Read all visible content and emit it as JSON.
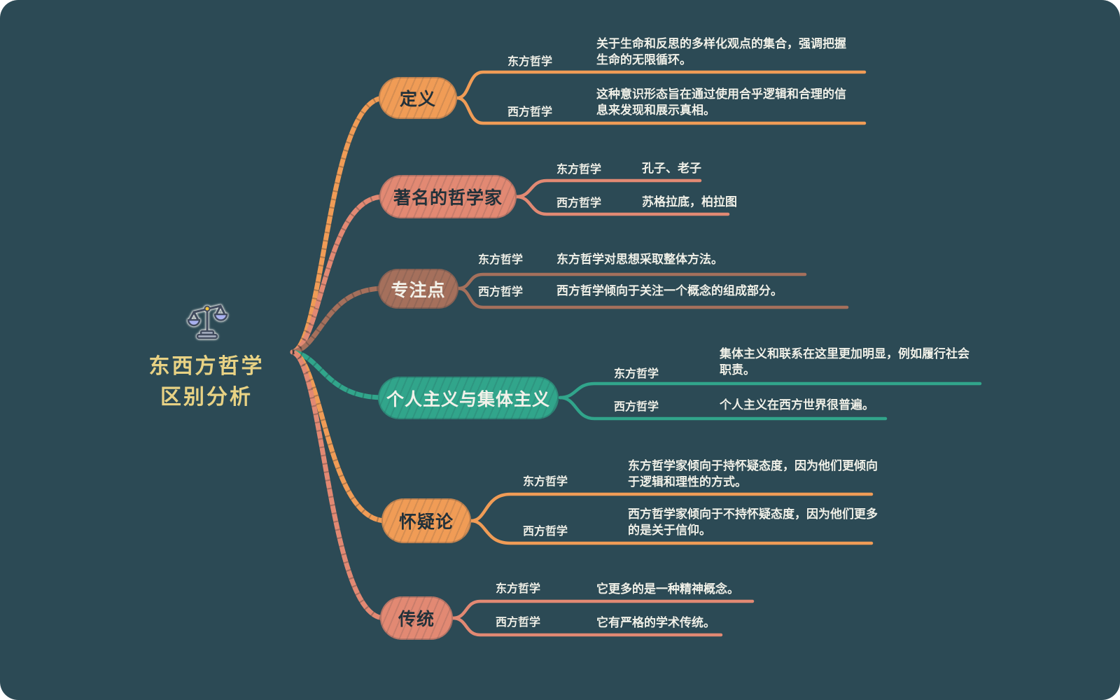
{
  "root": {
    "icon": "balance-scale-icon",
    "title_line1": "东西方哲学",
    "title_line2": "区别分析",
    "title_color": "#e8d284"
  },
  "colors": {
    "background": "#2c4a55",
    "orange": "#f09c56",
    "salmon": "#e28973",
    "brown": "#a5705c",
    "teal": "#31a58b",
    "label_text": "#f0f1e9",
    "topic_dark_text": "#22313a"
  },
  "branches": [
    {
      "topic": "定义",
      "color": "#f09c56",
      "children": [
        {
          "label": "东方哲学",
          "text": "关于生命和反思的多样化观点的集合，强调把握生命的无限循环。"
        },
        {
          "label": "西方哲学",
          "text": "这种意识形态旨在通过使用合乎逻辑和合理的信息来发现和展示真相。"
        }
      ]
    },
    {
      "topic": "著名的哲学家",
      "color": "#e28973",
      "children": [
        {
          "label": "东方哲学",
          "text": "孔子、老子"
        },
        {
          "label": "西方哲学",
          "text": "苏格拉底，柏拉图"
        }
      ]
    },
    {
      "topic": "专注点",
      "color": "#a5705c",
      "children": [
        {
          "label": "东方哲学",
          "text": "东方哲学对思想采取整体方法。"
        },
        {
          "label": "西方哲学",
          "text": "西方哲学倾向于关注一个概念的组成部分。"
        }
      ]
    },
    {
      "topic": "个人主义与集体主义",
      "color": "#31a58b",
      "children": [
        {
          "label": "东方哲学",
          "text": "集体主义和联系在这里更加明显，例如履行社会职责。"
        },
        {
          "label": "西方哲学",
          "text": "个人主义在西方世界很普遍。"
        }
      ]
    },
    {
      "topic": "怀疑论",
      "color": "#f09c56",
      "children": [
        {
          "label": "东方哲学",
          "text": "东方哲学家倾向于持怀疑态度，因为他们更倾向于逻辑和理性的方式。"
        },
        {
          "label": "西方哲学",
          "text": "西方哲学家倾向于不持怀疑态度，因为他们更多的是关于信仰。"
        }
      ]
    },
    {
      "topic": "传统",
      "color": "#e28973",
      "children": [
        {
          "label": "东方哲学",
          "text": "它更多的是一种精神概念。"
        },
        {
          "label": "西方哲学",
          "text": "它有严格的学术传统。"
        }
      ]
    }
  ]
}
